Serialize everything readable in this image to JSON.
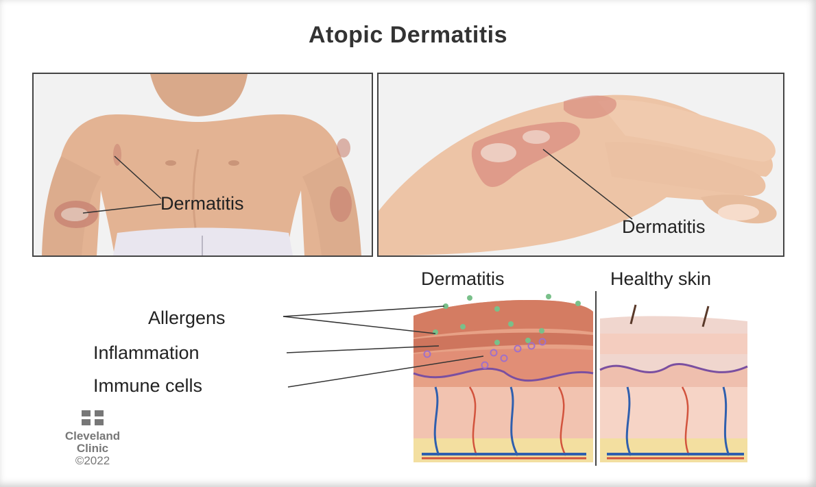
{
  "title": "Atopic Dermatitis",
  "panels": {
    "torso": {
      "label": "Dermatitis"
    },
    "hand": {
      "label": "Dermatitis"
    }
  },
  "cross_section": {
    "left_heading": "Dermatitis",
    "right_heading": "Healthy skin",
    "labels": [
      "Allergens",
      "Inflammation",
      "Immune cells"
    ]
  },
  "logo": {
    "icon": "cleveland-clinic-logo-icon",
    "line1": "Cleveland",
    "line2": "Clinic",
    "copyright": "©2022"
  },
  "colors": {
    "skin": "#e8c0a2",
    "rash": "#d97c6c",
    "allergen": "#79c08a",
    "immune_cell": "#a070c8",
    "vessel_blue": "#2f5fae",
    "vessel_red": "#d2533d",
    "fat": "#f3dfa0"
  }
}
